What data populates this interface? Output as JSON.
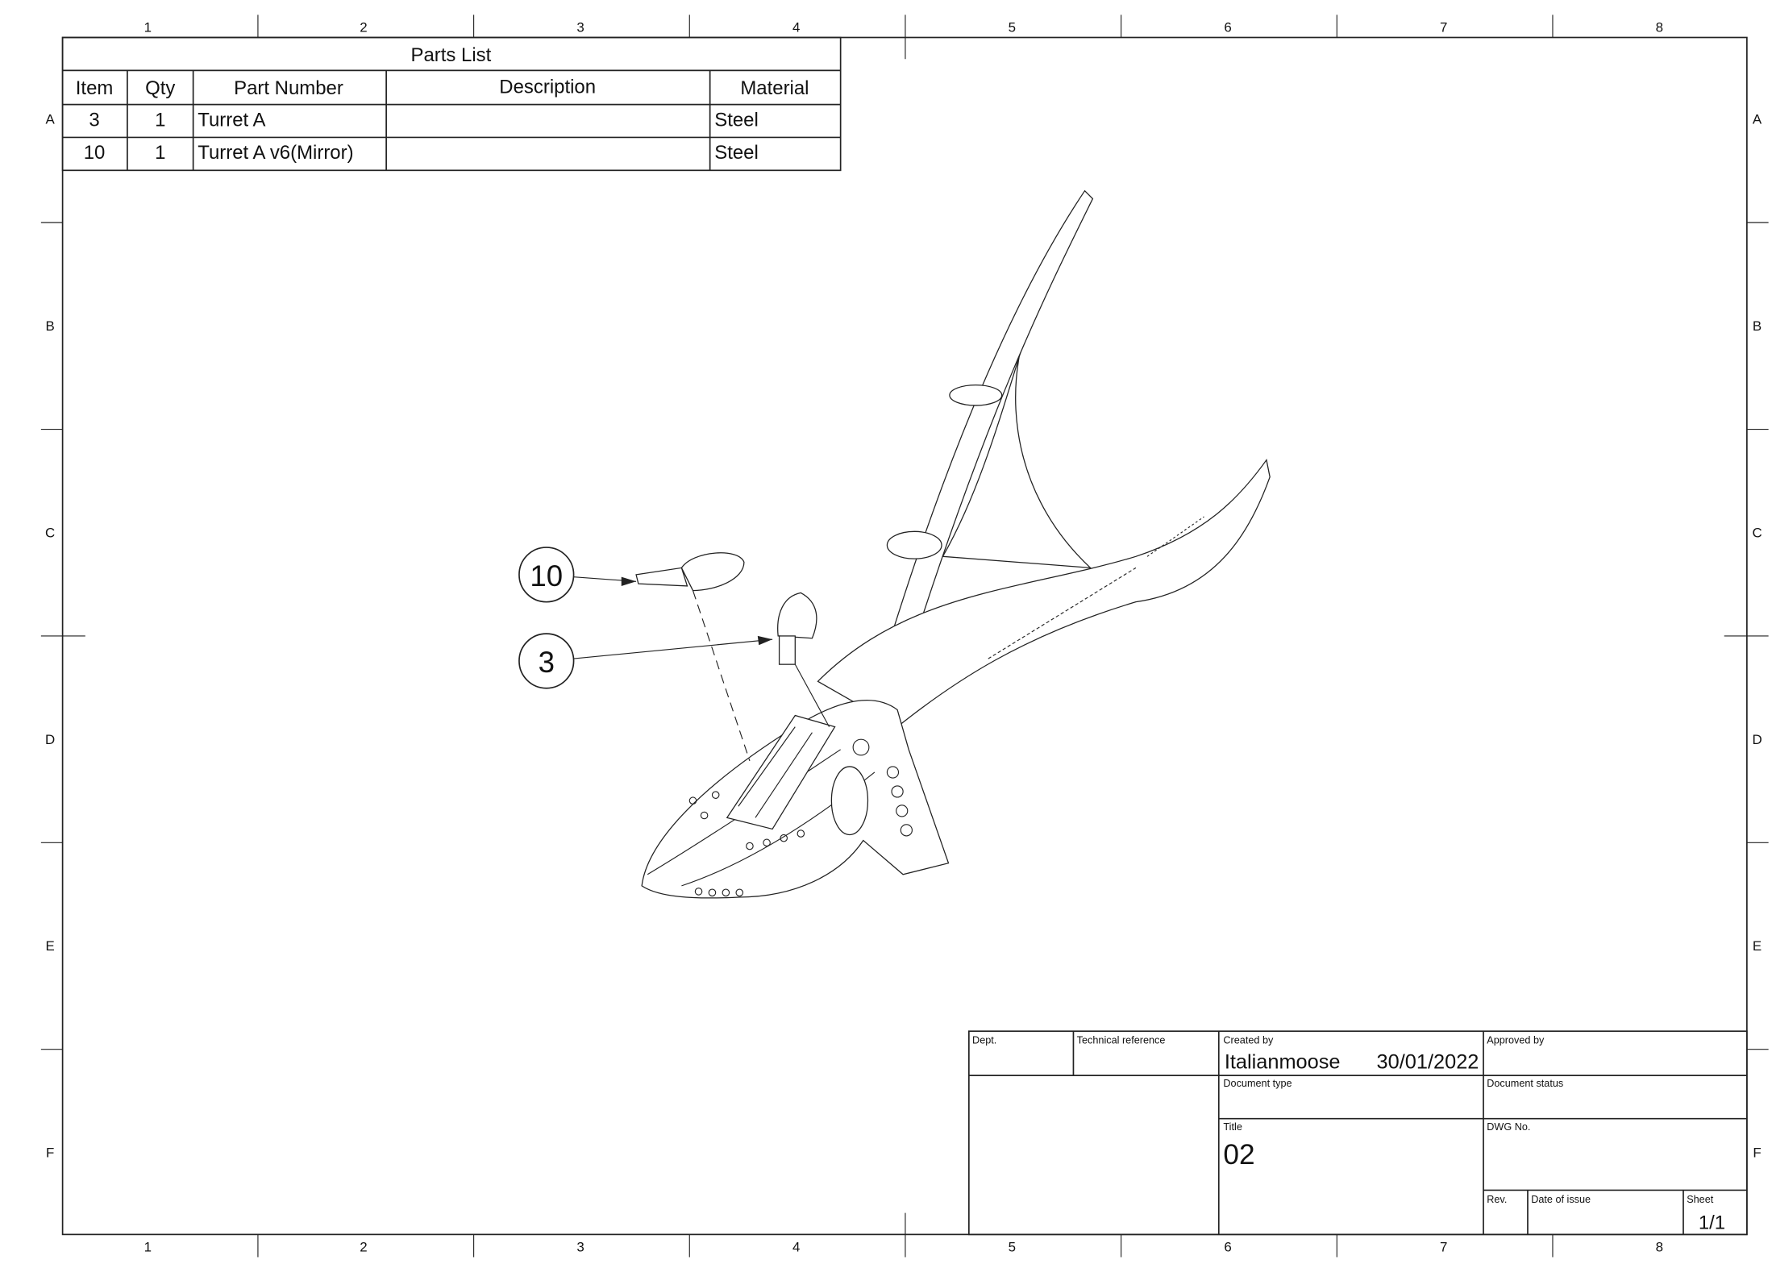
{
  "border": {
    "columns": [
      "1",
      "2",
      "3",
      "4",
      "5",
      "6",
      "7",
      "8"
    ],
    "rows": [
      "A",
      "B",
      "C",
      "D",
      "E",
      "F"
    ]
  },
  "parts_list": {
    "title": "Parts List",
    "headers": [
      "Item",
      "Qty",
      "Part Number",
      "Description",
      "Material"
    ],
    "rows": [
      {
        "item": "3",
        "qty": "1",
        "part_number": "Turret A",
        "description": "",
        "material": "Steel"
      },
      {
        "item": "10",
        "qty": "1",
        "part_number": "Turret A v6(Mirror)",
        "description": "",
        "material": "Steel"
      }
    ]
  },
  "balloons": [
    {
      "label": "10"
    },
    {
      "label": "3"
    }
  ],
  "title_block": {
    "dept_label": "Dept.",
    "tech_ref_label": "Technical reference",
    "created_by_label": "Created by",
    "created_by": "Italianmoose",
    "date": "30/01/2022",
    "approved_by_label": "Approved by",
    "doc_type_label": "Document type",
    "doc_status_label": "Document status",
    "title_label": "Title",
    "title": "02",
    "dwg_no_label": "DWG No.",
    "rev_label": "Rev.",
    "date_of_issue_label": "Date of issue",
    "sheet_label": "Sheet",
    "sheet": "1/1"
  }
}
